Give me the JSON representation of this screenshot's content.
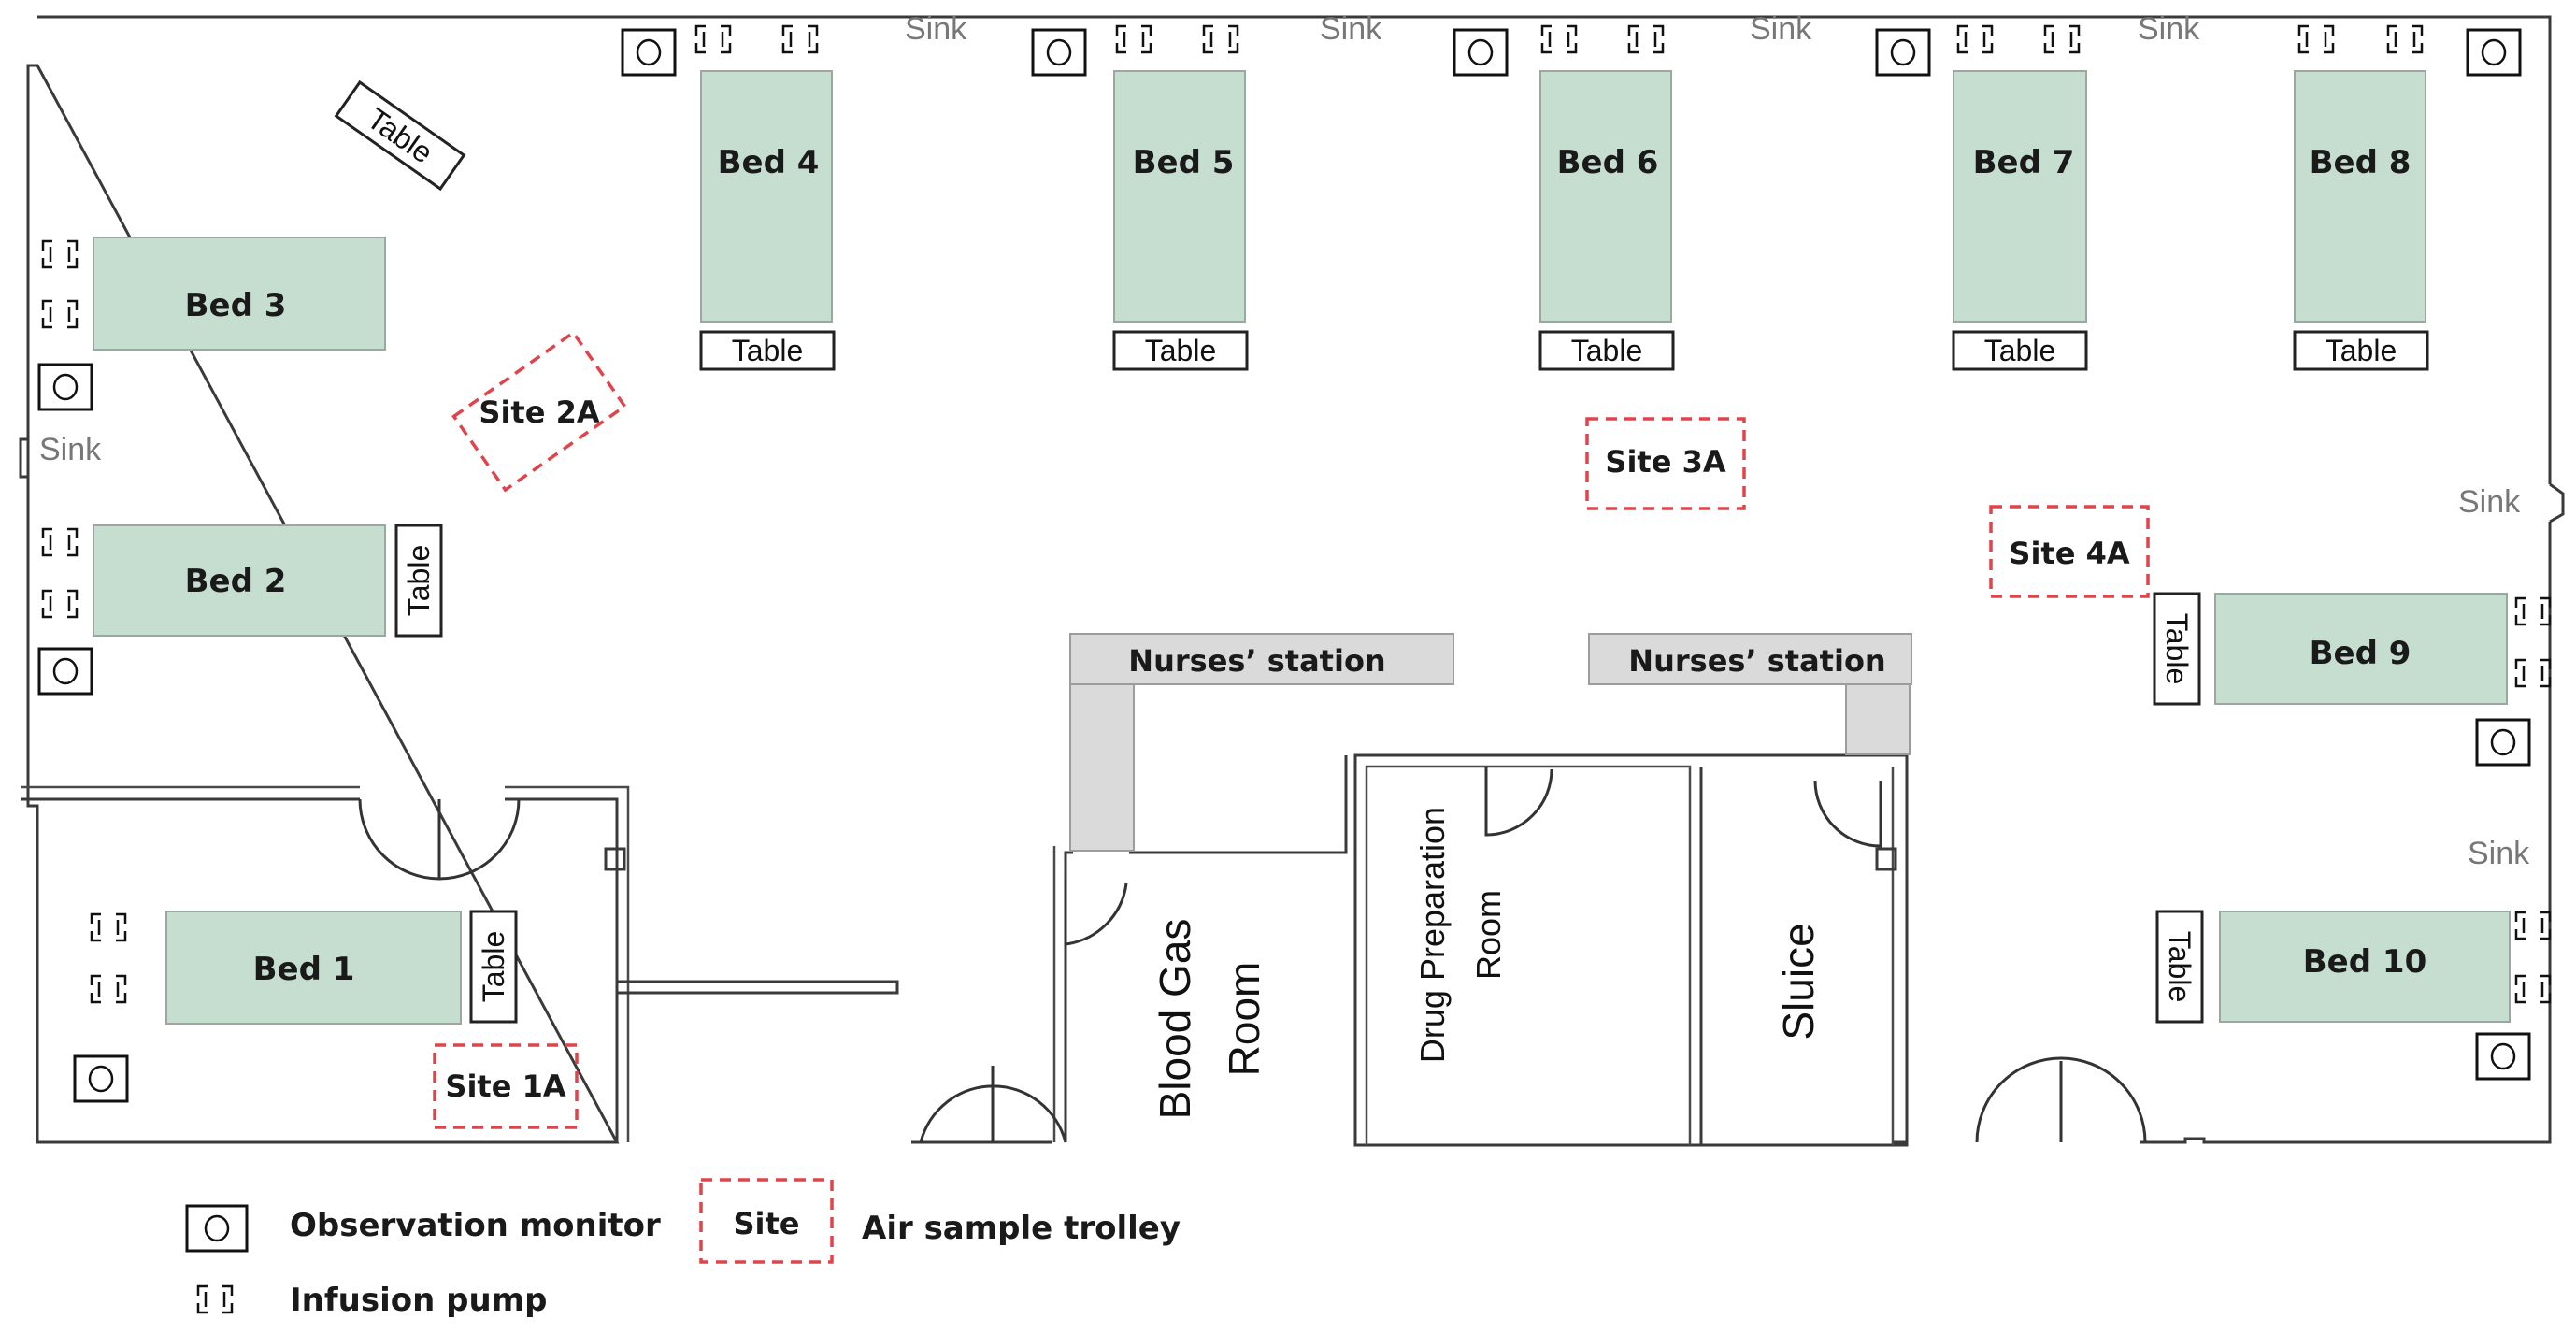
{
  "colors": {
    "bed_fill": "#c5ded0",
    "site_stroke": "#e0444a",
    "station_fill": "#dadada",
    "wall": "#3a3a3a"
  },
  "beds": [
    {
      "label": "Bed 1"
    },
    {
      "label": "Bed 2"
    },
    {
      "label": "Bed 3"
    },
    {
      "label": "Bed 4"
    },
    {
      "label": "Bed 5"
    },
    {
      "label": "Bed 6"
    },
    {
      "label": "Bed 7"
    },
    {
      "label": "Bed 8"
    },
    {
      "label": "Bed 9"
    },
    {
      "label": "Bed 10"
    }
  ],
  "table_label": "Table",
  "sink_label": "Sink",
  "sites": [
    {
      "label": "Site 1A"
    },
    {
      "label": "Site 2A"
    },
    {
      "label": "Site 3A"
    },
    {
      "label": "Site 4A"
    }
  ],
  "nurses_station_label": "Nurses’ station",
  "rooms": {
    "blood_gas": [
      "Blood Gas",
      "Room"
    ],
    "drug_prep": [
      "Drug Preparation",
      "Room"
    ],
    "sluice": "Sluice"
  },
  "icons": {
    "observation_monitor": "observation-monitor-icon",
    "infusion_pump": "infusion-pump-icon",
    "air_sample_trolley": "air-sample-trolley-icon"
  },
  "legend": {
    "monitor_label": "Observation monitor",
    "site_swatch_label": "Site",
    "trolley_label": "Air sample trolley",
    "pump_label": "Infusion pump"
  }
}
